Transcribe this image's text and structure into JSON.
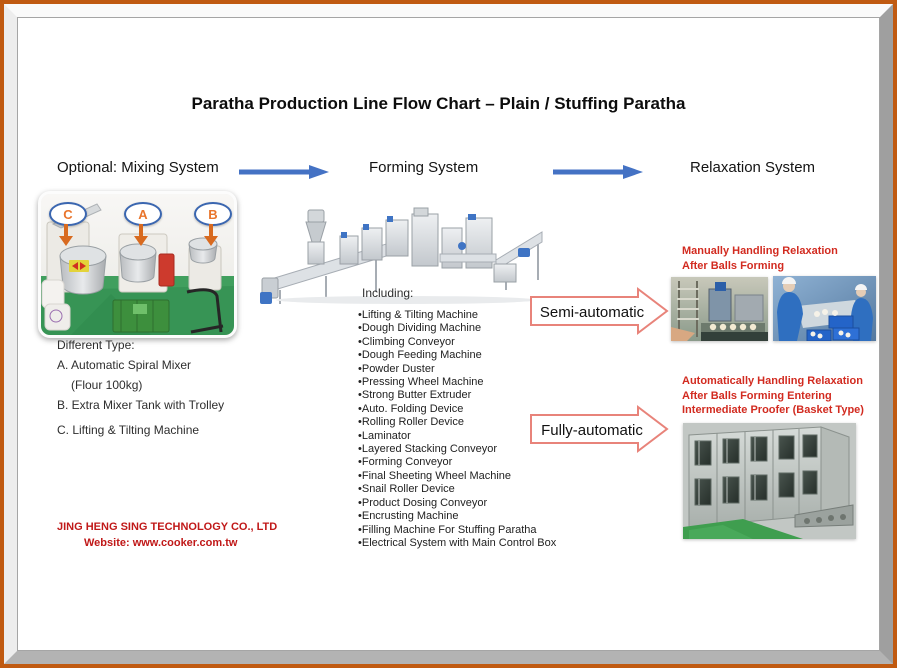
{
  "title": "Paratha Production Line Flow Chart – Plain / Stuffing Paratha",
  "headers": {
    "mixing": "Optional: Mixing System",
    "forming": "Forming System",
    "relaxation": "Relaxation System"
  },
  "mixing": {
    "photo_labels": [
      "C",
      "A",
      "B"
    ],
    "different_type": {
      "heading": "Different Type:",
      "items": [
        "A.  Automatic Spiral Mixer",
        "(Flour 100kg)",
        "B. Extra Mixer Tank with Trolley",
        "C. Lifting & Tilting Machine"
      ]
    }
  },
  "forming": {
    "including_label": "Including:",
    "machines": [
      "•Lifting & Tilting Machine",
      "•Dough Dividing Machine",
      "•Climbing Conveyor",
      "•Dough Feeding Machine",
      "•Powder Duster",
      "•Pressing Wheel Machine",
      "•Strong Butter Extruder",
      "•Auto. Folding Device",
      "•Rolling Roller Device",
      "•Laminator",
      "•Layered Stacking Conveyor",
      "•Forming Conveyor",
      "•Final Sheeting Wheel Machine",
      "•Snail Roller Device",
      "•Product Dosing Conveyor",
      "•Encrusting Machine",
      "•Filling Machine For Stuffing Paratha",
      "•Electrical System with Main Control Box"
    ]
  },
  "relaxation": {
    "semi": {
      "label": "Semi-automatic",
      "note": [
        "Manually Handling Relaxation",
        "After Balls Forming"
      ]
    },
    "fully": {
      "label": "Fully-automatic",
      "note": [
        "Automatically Handling Relaxation",
        "After Balls Forming Entering",
        "Intermediate Proofer (Basket Type)"
      ]
    }
  },
  "footer": {
    "company": "JING HENG SING TECHNOLOGY CO., LTD",
    "website": "Website: www.cooker.com.tw"
  },
  "colors": {
    "frame_orange": "#C05A11",
    "flow_arrow_blue": "#4472C4",
    "label_orange": "#E9752C",
    "oval_border_blue": "#3A66B0",
    "note_red": "#D22B20",
    "company_red": "#C01818",
    "callout_border": "#E8837A"
  }
}
